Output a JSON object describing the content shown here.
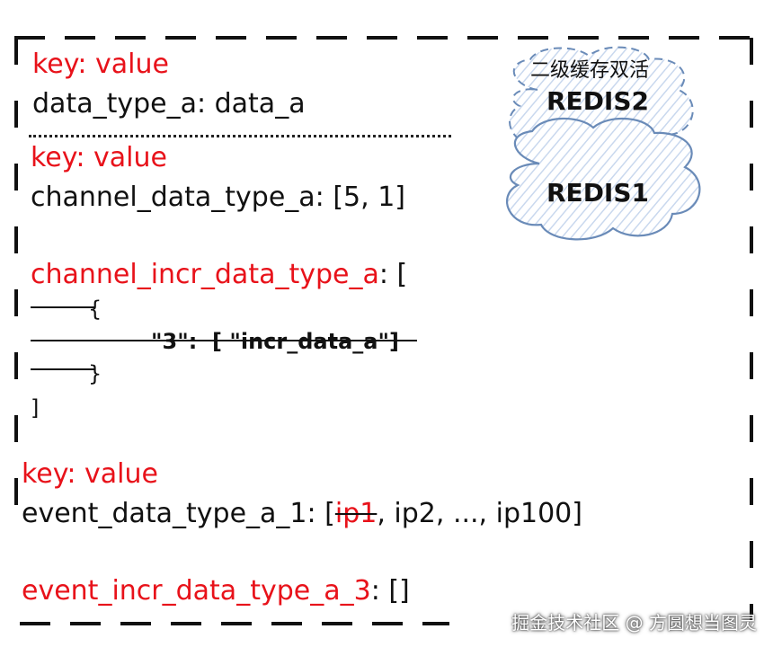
{
  "block1": {
    "header": "key: value",
    "entry": "data_type_a: data_a"
  },
  "block2": {
    "header": "key: value",
    "entry": "channel_data_type_a: [5, 1]"
  },
  "block3": {
    "key": "channel_incr_data_type_a",
    "suffix": ": [",
    "open_brace": "{",
    "inner_key": "\"3\":",
    "inner_value": "[ \"incr_data_a\"]",
    "close_brace": "}",
    "close_bracket": "]"
  },
  "block4": {
    "header": "key: value",
    "entry_prefix": "event_data_type_a_1: [",
    "struck_item": "ip1",
    "entry_suffix": ", ip2, ..., ip100]"
  },
  "block5": {
    "key": "event_incr_data_type_a_3",
    "suffix": ": []"
  },
  "clouds": {
    "caption": "二级缓存双活",
    "upper": "REDIS2",
    "lower": "REDIS1"
  },
  "watermark": "掘金技术社区 @ 方圆想当图灵",
  "colors": {
    "key_red": "#e8121a",
    "cloud_stroke": "#6a8bb8",
    "cloud_fill": "#c9d8ee"
  }
}
